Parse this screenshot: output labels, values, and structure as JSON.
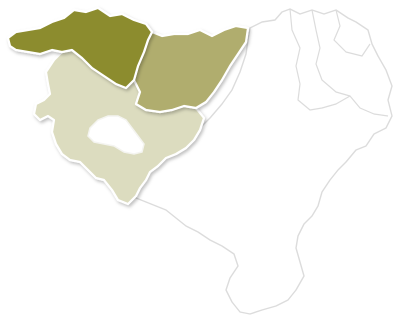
{
  "map": {
    "regions": [
      {
        "id": "region-west",
        "color": "#8c8c2e"
      },
      {
        "id": "region-east",
        "color": "#b0ad6e"
      },
      {
        "id": "region-south",
        "color": "#dcdcbf"
      }
    ],
    "background_outline_color": "#dcdcdc",
    "background_fill_color": "#ffffff"
  }
}
